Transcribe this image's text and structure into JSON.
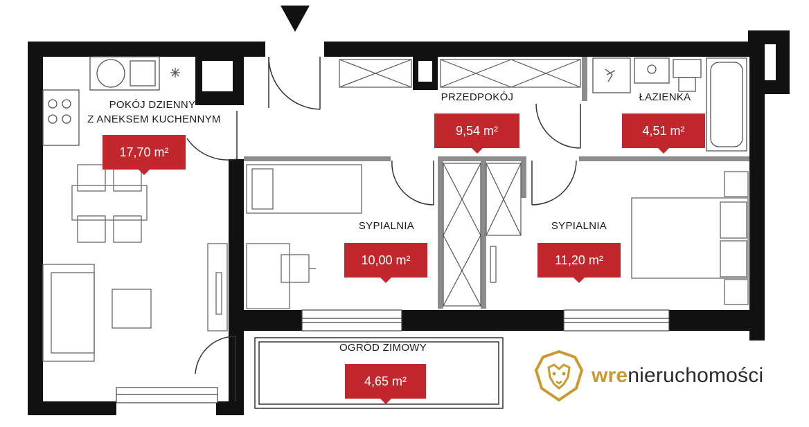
{
  "rooms": [
    {
      "id": "living",
      "name_line1": "POKÓJ DZIENNY",
      "name_line2": "Z ANEKSEM KUCHENNYM",
      "area": "17,70 m²"
    },
    {
      "id": "hall",
      "name": "PRZEDPOKÓJ",
      "area": "9,54 m²"
    },
    {
      "id": "bath",
      "name": "ŁAZIENKA",
      "area": "4,51 m²"
    },
    {
      "id": "bed1",
      "name": "SYPIALNIA",
      "area": "10,00 m²"
    },
    {
      "id": "bed2",
      "name": "SYPIALNIA",
      "area": "11,20 m²"
    },
    {
      "id": "garden",
      "name": "OGRÓD ZIMOWY",
      "area": "4,65 m²"
    }
  ],
  "logo": {
    "brand_bold": "wre",
    "brand_rest": "nieruchomości"
  },
  "colors": {
    "wall": "#111111",
    "tag": "#c1272d",
    "logo_gold": "#c99a2e"
  }
}
